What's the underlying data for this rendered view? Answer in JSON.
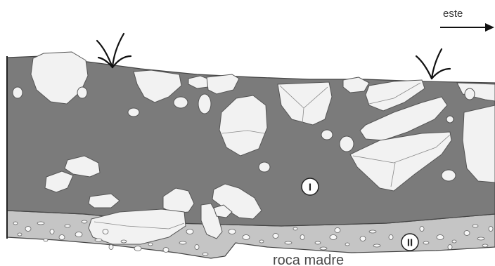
{
  "direction": {
    "label": "este",
    "arrow": "arrow-right-icon"
  },
  "base_label": "roca madre",
  "units": [
    {
      "id": "I",
      "name": "upper-dark-layer"
    },
    {
      "id": "II",
      "name": "lower-gravel-layer"
    }
  ],
  "colors": {
    "upper_layer": "#7b7b7b",
    "lower_layer": "#c5c5c5",
    "clast_fill": "#f2f2f2",
    "outline": "#444444"
  }
}
